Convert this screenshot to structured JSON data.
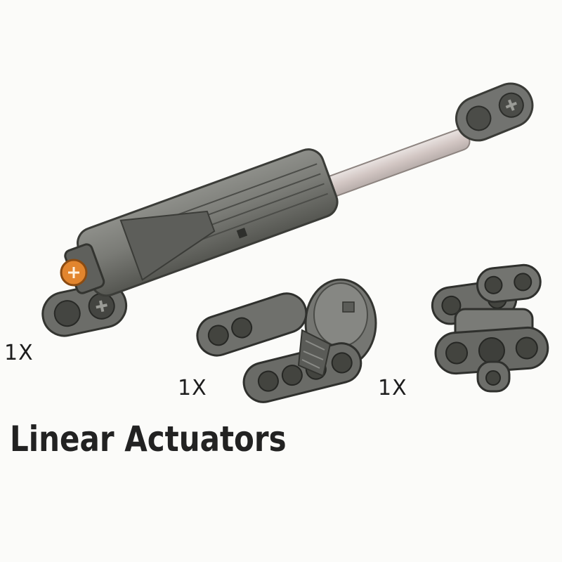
{
  "title": "Linear Actuators",
  "parts": [
    {
      "name": "linear-actuator",
      "quantity_label": "1X"
    },
    {
      "name": "actuator-holder-bracket",
      "quantity_label": "1X"
    },
    {
      "name": "cross-connector-block",
      "quantity_label": "1X"
    }
  ],
  "colors": {
    "background": "#fbfbf9",
    "part_gray": "#6f706b",
    "part_dark": "#3f403c",
    "rod": "#d8cfcc",
    "accent_orange": "#e2852e"
  }
}
